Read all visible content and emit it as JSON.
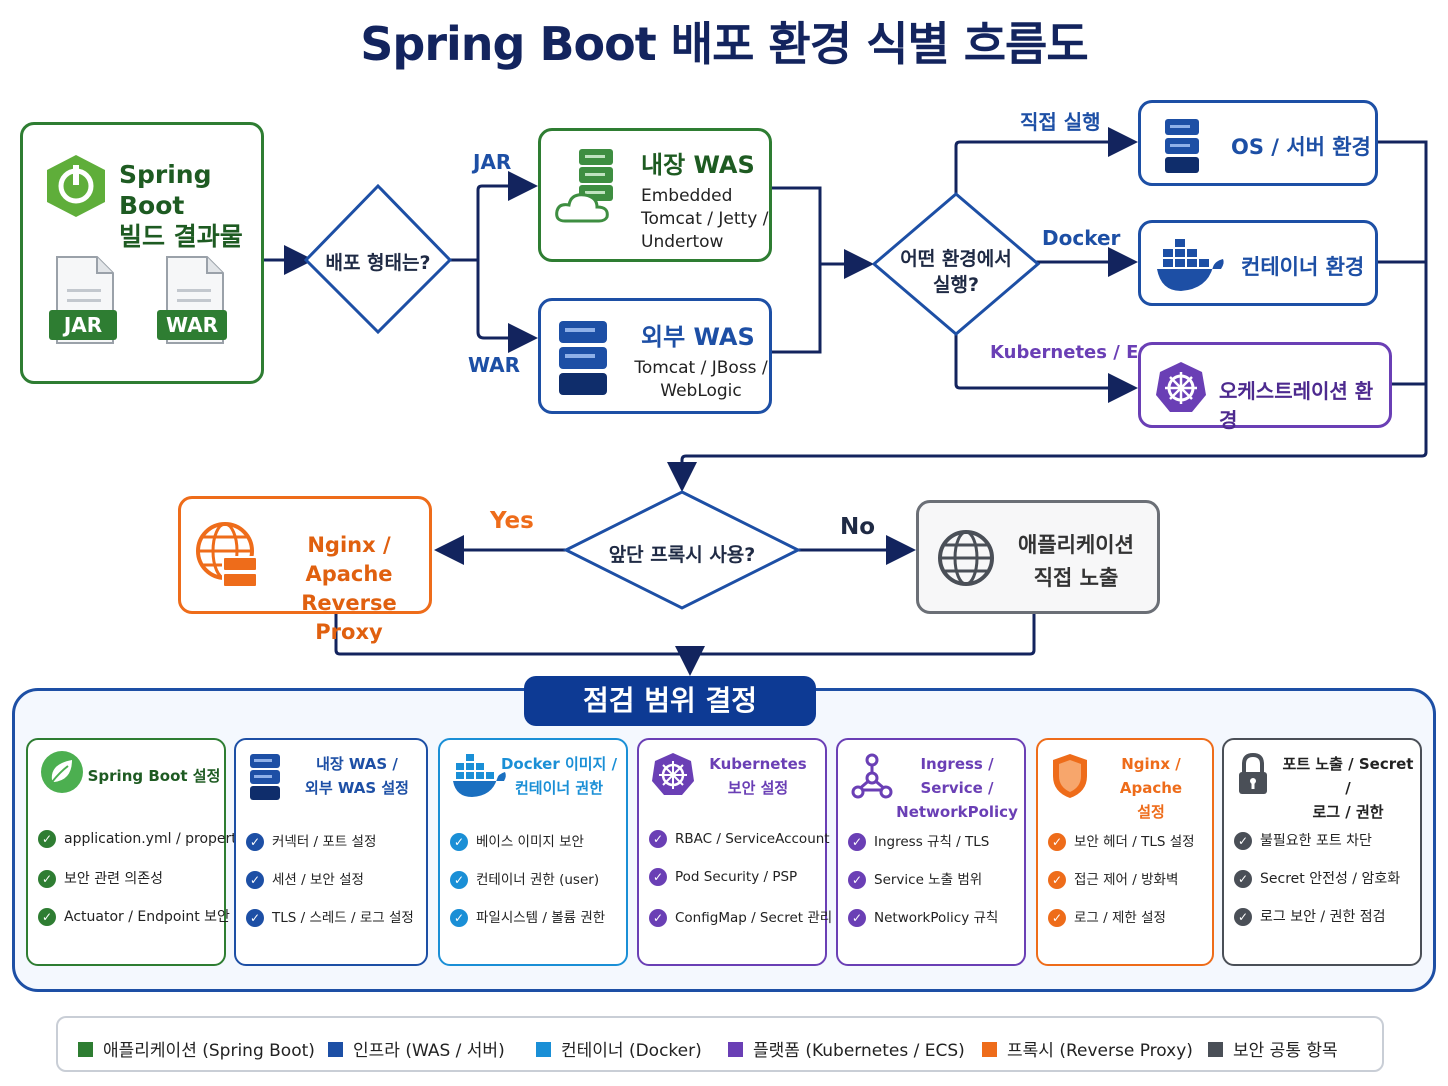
{
  "title": "Spring Boot 배포 환경 식별 흐름도",
  "artifact": {
    "line1": "Spring Boot",
    "line2": "빌드 결과물",
    "file1": "JAR",
    "file2": "WAR"
  },
  "decision_deploy": {
    "text": "배포 형태는?",
    "yes_label": "JAR",
    "no_label": "WAR"
  },
  "embedded_was": {
    "title": "내장 WAS",
    "line1": "Embedded",
    "line2": "Tomcat / Jetty /",
    "line3": "Undertow"
  },
  "external_was": {
    "title": "외부 WAS",
    "line1": "Tomcat / JBoss /",
    "line2": "WebLogic"
  },
  "decision_env": {
    "line1": "어떤 환경에서",
    "line2": "실행?",
    "label_direct": "직접 실행",
    "label_docker": "Docker",
    "label_k8s": "Kubernetes / ECS"
  },
  "env_os": {
    "title": "OS / 서버 환경"
  },
  "env_container": {
    "title": "컨테이너 환경"
  },
  "env_orch": {
    "title": "오케스트레이션 환경"
  },
  "decision_proxy": {
    "text": "앞단 프록시 사용?",
    "yes_label": "Yes",
    "no_label": "No"
  },
  "proxy_box": {
    "line1": "Nginx / Apache",
    "line2": "Reverse Proxy"
  },
  "direct_box": {
    "line1": "애플리케이션",
    "line2": "직접 노출"
  },
  "scope": {
    "banner": "점검 범위 결정"
  },
  "cards": [
    {
      "title": "Spring Boot 설정",
      "color": "#2e7d32",
      "items": [
        "application.yml / properties",
        "보안 관련 의존성",
        "Actuator / Endpoint 보안"
      ]
    },
    {
      "title": "내장 WAS /\n외부 WAS 설정",
      "color": "#1d4fa5",
      "items": [
        "커넥터 / 포트 설정",
        "세션 / 보안 설정",
        "TLS / 스레드 / 로그 설정"
      ]
    },
    {
      "title": "Docker 이미지 /\n컨테이너 권한",
      "color": "#1a8fd6",
      "items": [
        "베이스 이미지 보안",
        "컨테이너 권한 (user)",
        "파일시스템 / 볼륨 권한"
      ]
    },
    {
      "title": "Kubernetes\n보안 설정",
      "color": "#6a3fb5",
      "items": [
        "RBAC / ServiceAccount",
        "Pod Security / PSP",
        "ConfigMap / Secret 관리"
      ]
    },
    {
      "title": "Ingress / Service /\nNetworkPolicy",
      "color": "#6a3fb5",
      "items": [
        "Ingress 규칙 / TLS",
        "Service 노출 범위",
        "NetworkPolicy 규칙"
      ]
    },
    {
      "title": "Nginx / Apache\n설정",
      "color": "#ee6c1a",
      "items": [
        "보안 헤더 / TLS 설정",
        "접근 제어 / 방화벽",
        "로그 / 제한 설정"
      ]
    },
    {
      "title": "포트 노출 / Secret /\n로그 / 권한",
      "color": "#4a4f57",
      "items": [
        "불필요한 포트 차단",
        "Secret 안전성 / 암호화",
        "로그 보안 / 권한 점검"
      ]
    }
  ],
  "legend": [
    {
      "label": "애플리케이션 (Spring Boot)",
      "color": "#2e7d32"
    },
    {
      "label": "인프라 (WAS / 서버)",
      "color": "#1d4fa5"
    },
    {
      "label": "컨테이너 (Docker)",
      "color": "#1a8fd6"
    },
    {
      "label": "플랫폼 (Kubernetes / ECS)",
      "color": "#6a3fb5"
    },
    {
      "label": "프록시 (Reverse Proxy)",
      "color": "#ee6c1a"
    },
    {
      "label": "보안 공통 항목",
      "color": "#4a4f57"
    }
  ]
}
